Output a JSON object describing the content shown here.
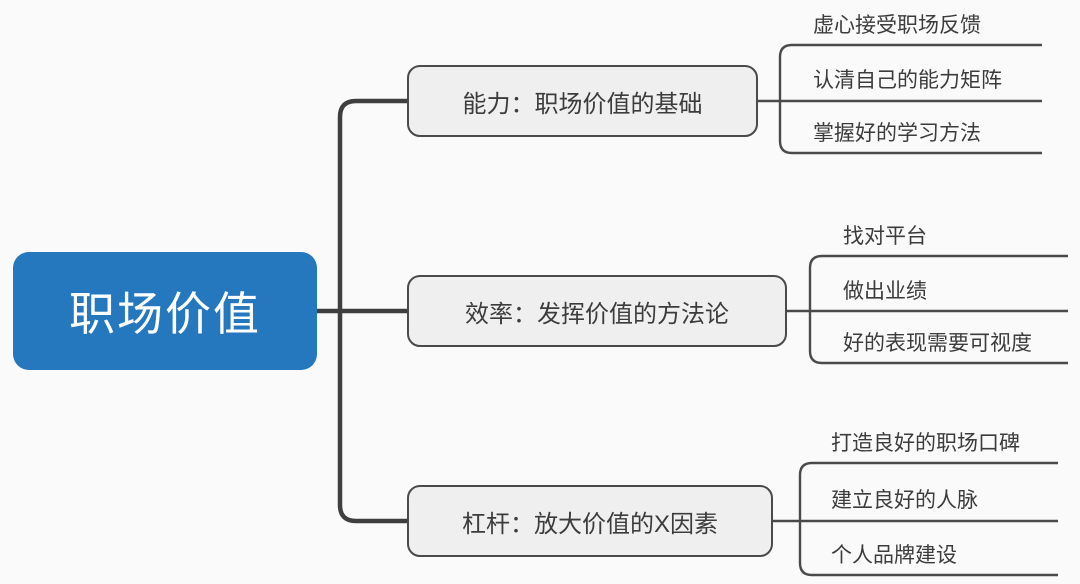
{
  "root": {
    "label": "职场价值"
  },
  "branches": [
    {
      "label": "能力：职场价值的基础",
      "children": [
        {
          "label": "虚心接受职场反馈"
        },
        {
          "label": "认清自己的能力矩阵"
        },
        {
          "label": "掌握好的学习方法"
        }
      ]
    },
    {
      "label": "效率：发挥价值的方法论",
      "children": [
        {
          "label": "找对平台"
        },
        {
          "label": "做出业绩"
        },
        {
          "label": "好的表现需要可视度"
        }
      ]
    },
    {
      "label": "杠杆：放大价值的X因素",
      "children": [
        {
          "label": "打造良好的职场口碑"
        },
        {
          "label": "建立良好的人脉"
        },
        {
          "label": "个人品牌建设"
        }
      ]
    }
  ],
  "colors": {
    "root_fill": "#2577BE",
    "root_text": "#FFFFFF",
    "branch_fill": "#EFEFF0",
    "branch_border": "#4A4A4A",
    "connector_main": "#3F3F3F",
    "connector_sub": "#4A4A4A",
    "text": "#3C3C3C",
    "background": "#FAFAFA"
  }
}
